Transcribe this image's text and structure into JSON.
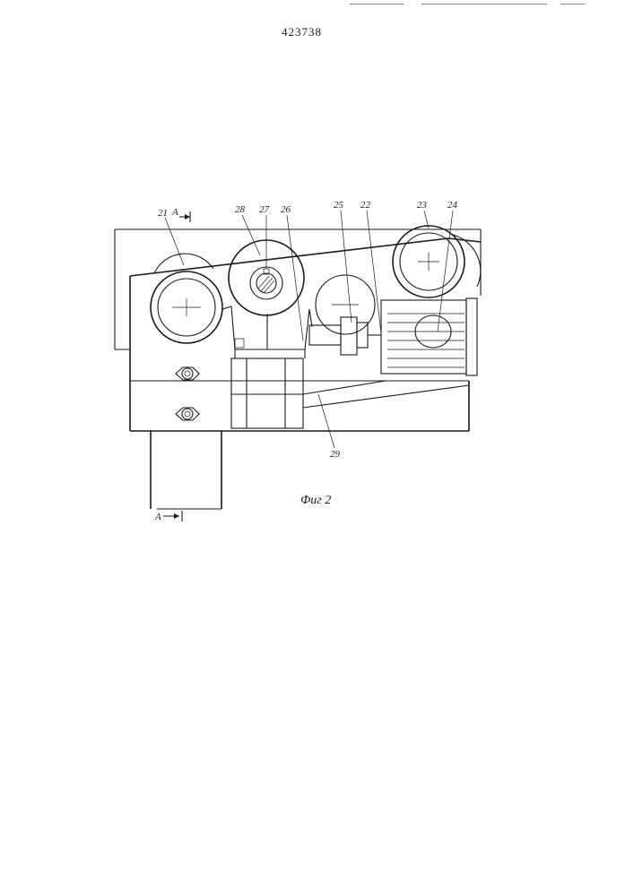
{
  "document": {
    "number": "423738"
  },
  "figure": {
    "caption": "Фиг 2",
    "section_marks": {
      "top": "A",
      "bottom": "A"
    },
    "callouts": {
      "c21": "21",
      "c28": "28",
      "c27": "27",
      "c26": "26",
      "c25": "25",
      "c22": "22",
      "c23": "23",
      "c24": "24",
      "c29": "29"
    }
  }
}
